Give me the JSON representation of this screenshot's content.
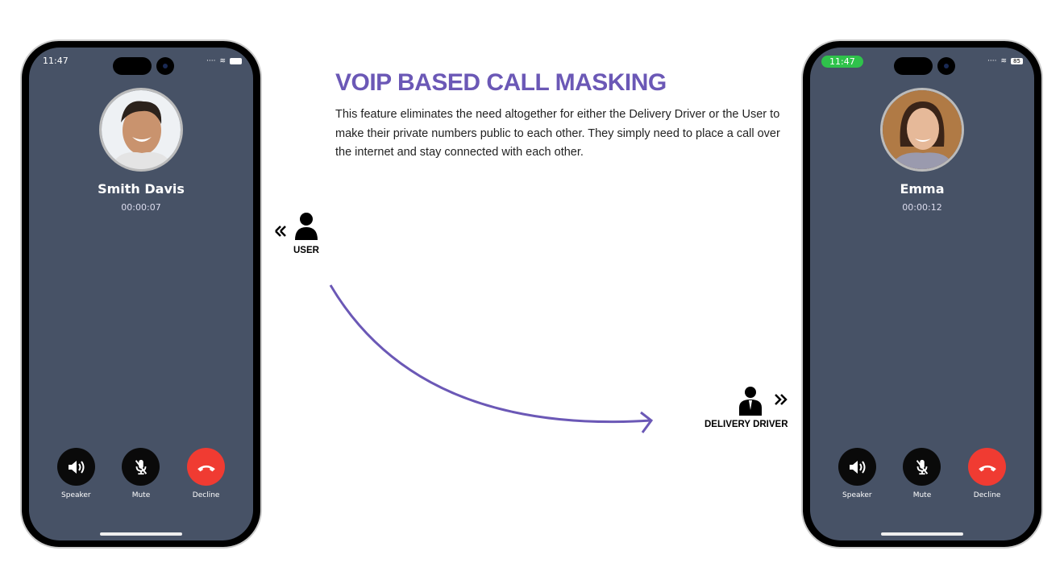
{
  "heading": "VOIP BASED CALL MASKING",
  "description": "This feature eliminates the need altogether for either the Delivery Driver or the User to make their private numbers public to each other. They simply need to place a call over the internet and stay connected with each other.",
  "user_label": "USER",
  "driver_label": "DELIVERY DRIVER",
  "accent_color": "#6b58b6",
  "left_phone": {
    "time": "11:47",
    "caller": "Smith Davis",
    "duration": "00:00:07",
    "actions": [
      "Speaker",
      "Mute",
      "Decline"
    ]
  },
  "right_phone": {
    "time": "11:47",
    "battery": "85",
    "caller": "Emma",
    "duration": "00:00:12",
    "actions": [
      "Speaker",
      "Mute",
      "Decline"
    ]
  }
}
